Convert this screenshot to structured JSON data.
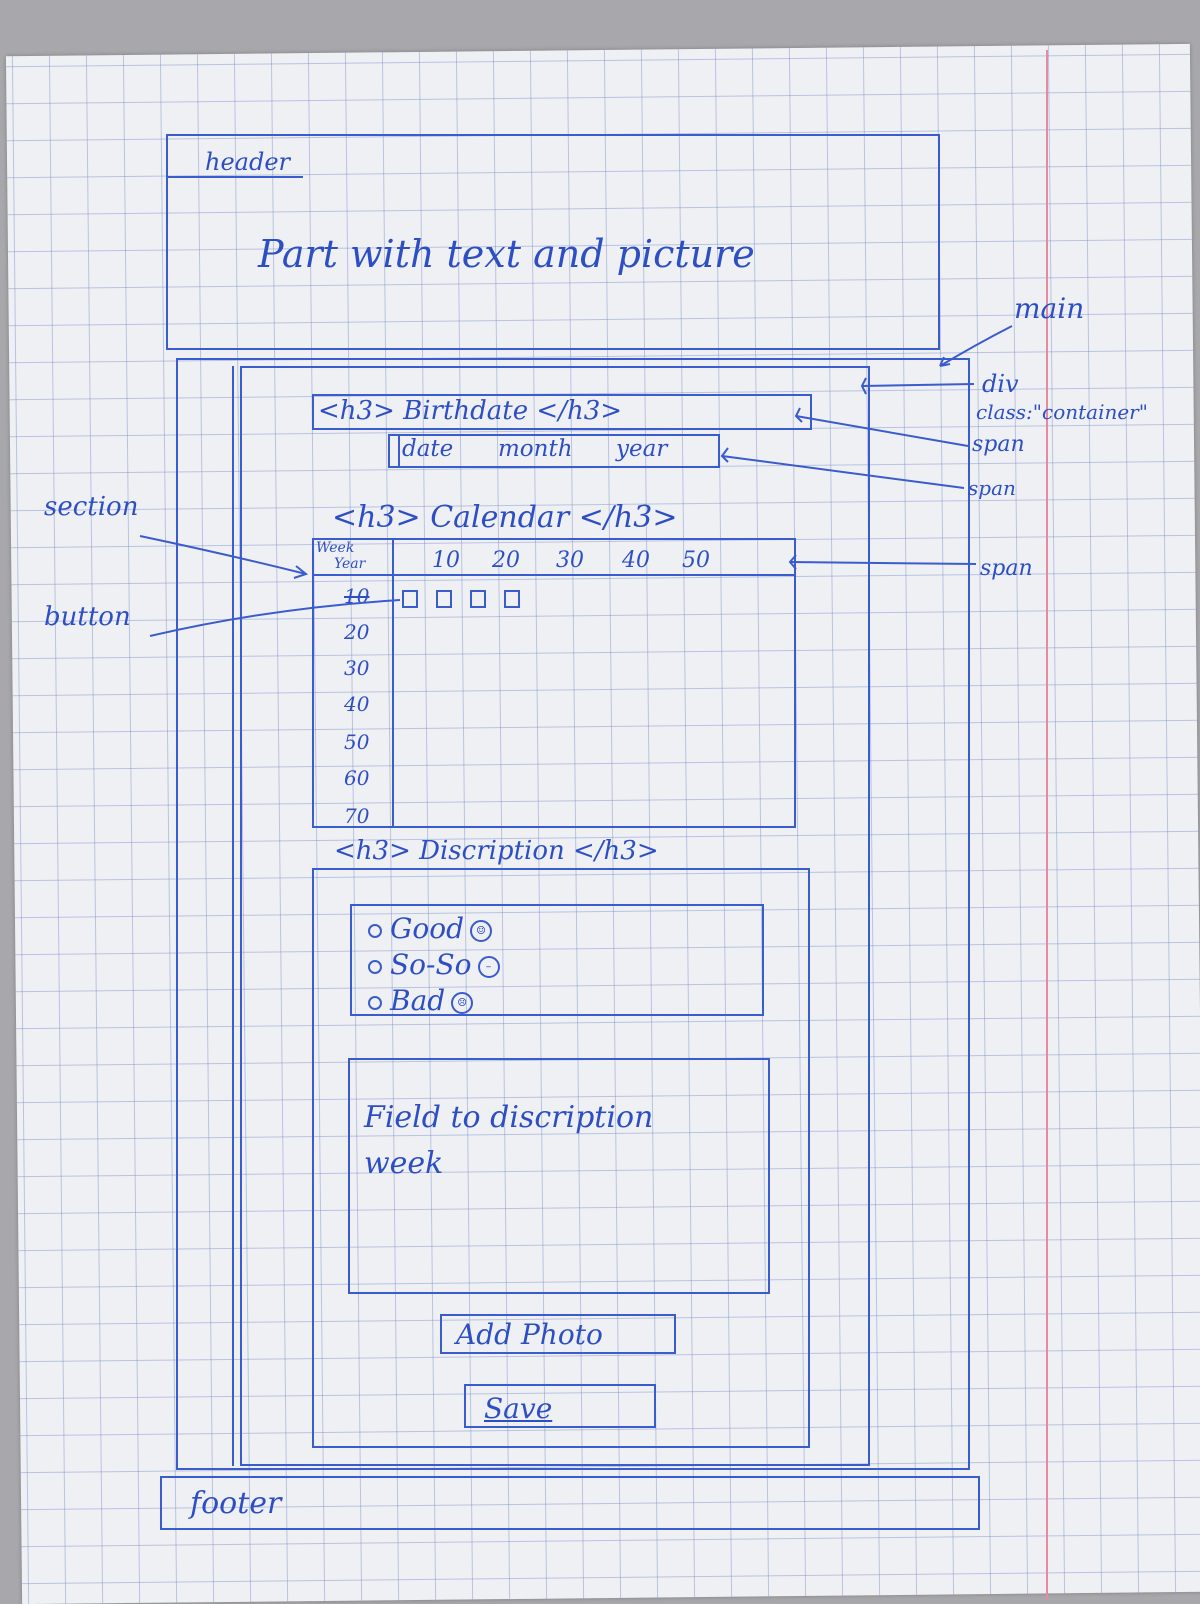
{
  "header": {
    "tag_label": "header",
    "content_text": "Part with text and picture"
  },
  "annotations": {
    "main": "main",
    "div_line1": "div",
    "div_line2": "class:\"container\"",
    "span_birthdate": "span",
    "span_date": "span",
    "span_calendar": "span",
    "section": "section",
    "button": "button"
  },
  "birthdate": {
    "heading": "<h3> Birthdate </h3>",
    "fields": [
      "date",
      "month",
      "year"
    ]
  },
  "calendar": {
    "heading": "<h3> Calendar </h3>",
    "corner_top": "Week",
    "corner_bottom": "Year",
    "week_ticks": [
      "10",
      "20",
      "30",
      "40",
      "50"
    ],
    "year_ticks": [
      "10",
      "20",
      "30",
      "40",
      "50",
      "60",
      "70"
    ]
  },
  "description": {
    "heading": "<h3> Discription </h3>",
    "options": [
      {
        "label": "Good",
        "face": "☺"
      },
      {
        "label": "So-So",
        "face": "😐"
      },
      {
        "label": "Bad",
        "face": "☹"
      }
    ],
    "field_line1": "Field to discription",
    "field_line2": "week",
    "add_photo": "Add Photo",
    "save": "Save"
  },
  "footer": {
    "tag_label": "footer"
  },
  "colors": {
    "ink": "#2e4fc4",
    "paper": "#eef0f4",
    "grid": "#788cc8",
    "margin": "#e58aa0"
  }
}
